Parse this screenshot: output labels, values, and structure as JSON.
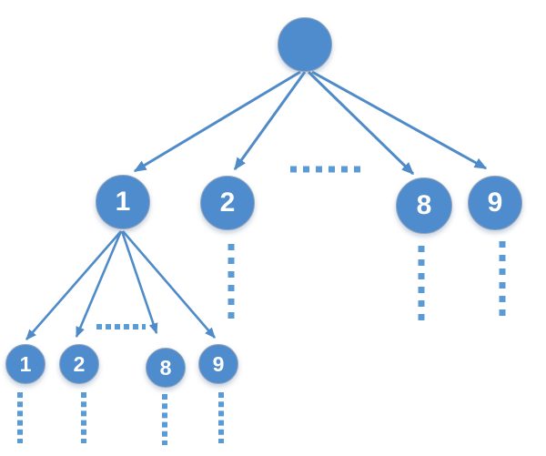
{
  "diagram": {
    "kind": "tree",
    "description": "Trie-style tree: root with children 1..9 (2..8 elided), child 1 expanded with children 1..9 (2..8 elided), dotted lines mark elided branches",
    "colors": {
      "node_fill": "#4f8cce",
      "node_border": "#94a4b9",
      "node_label": "#ffffff",
      "edge": "#4e8bc8",
      "ellipsis_dot": "#5b9bd5",
      "background": "#ffffff"
    },
    "tree": {
      "root": {
        "label": ""
      },
      "level2": [
        {
          "label": "1"
        },
        {
          "label": "2"
        },
        {
          "label": "8"
        },
        {
          "label": "9"
        }
      ],
      "level3": [
        {
          "label": "1"
        },
        {
          "label": "2"
        },
        {
          "label": "8"
        },
        {
          "label": "9"
        }
      ]
    }
  }
}
